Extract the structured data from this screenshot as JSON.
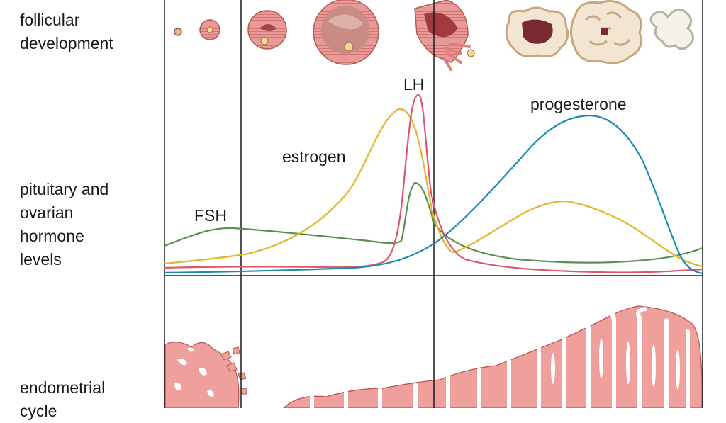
{
  "row_labels": {
    "follicular": "follicular\ndevelopment",
    "hormones": "pituitary and\novarian\nhormone\nlevels",
    "endometrial": "endometrial\ncycle"
  },
  "curves": {
    "fsh": {
      "label": "FSH",
      "color": "#5a8f4e"
    },
    "estrogen": {
      "label": "estrogen",
      "color": "#e0b62c"
    },
    "lh": {
      "label": "LH",
      "color": "#e0556b"
    },
    "progesterone": {
      "label": "progesterone",
      "color": "#1a8bb0"
    }
  },
  "colors": {
    "tissue": "#f0a09c",
    "tissue_dark": "#c2504f",
    "tissue_edge": "#b85450",
    "corpus": "#f2e6d2",
    "corpus_edge": "#c9a77e",
    "frame": "#1a1a1a"
  }
}
